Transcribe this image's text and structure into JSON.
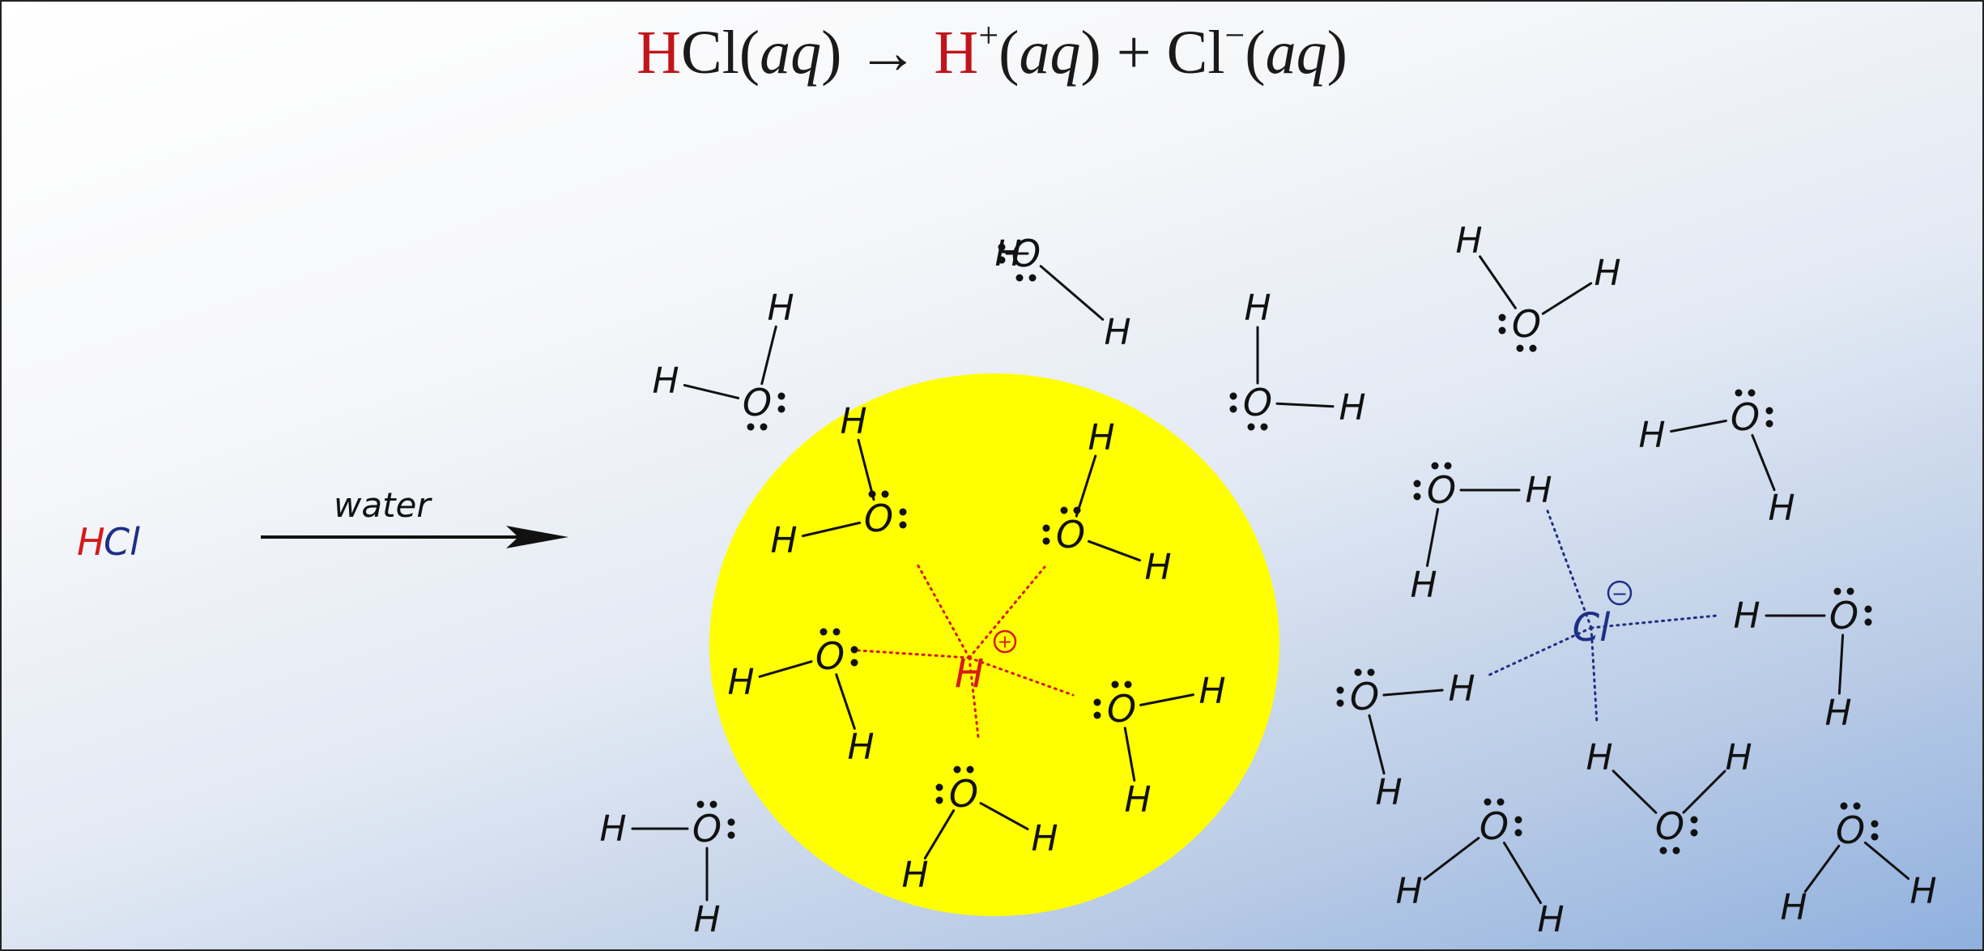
{
  "equation": {
    "reactant_h": "H",
    "reactant_cl": "Cl",
    "state1": "(aq)",
    "arrow": "→",
    "product_h": "H",
    "h_charge": "+",
    "state2": "(aq)",
    "plus": "+",
    "product_cl": "Cl",
    "cl_charge": "−",
    "state3": "(aq)"
  },
  "reactant": {
    "h": "H",
    "cl": "Cl"
  },
  "arrow_label": "water",
  "hydrogen_ion": {
    "symbol": "H",
    "charge": "+"
  },
  "chloride_ion": {
    "symbol": "Cl",
    "charge": "−"
  },
  "atoms": {
    "oxygen": "O",
    "hydrogen": "H"
  },
  "colors": {
    "proton": "#d61a1a",
    "chloride": "#1d2f86",
    "hydronium_sphere": "#ffff00",
    "interaction_red": "#d61a1a",
    "interaction_blue": "#1d2f86",
    "ink": "#111111"
  }
}
